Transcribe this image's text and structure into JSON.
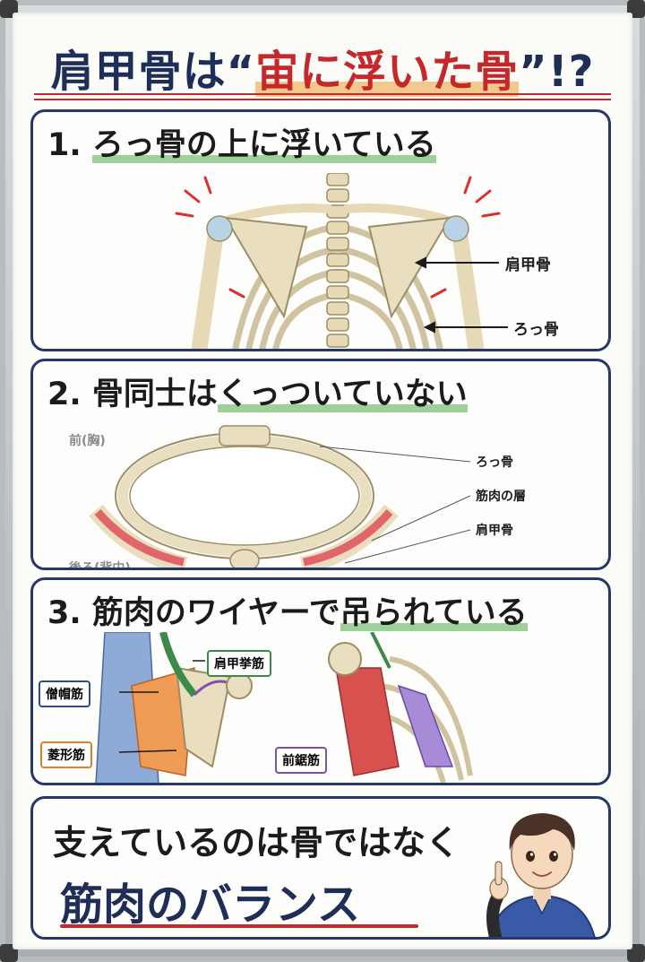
{
  "title": {
    "part1": "肩甲骨は“",
    "highlight": "宙に浮いた骨",
    "part2": "”!?"
  },
  "section1": {
    "heading_number": "1. ",
    "heading_text": "ろっ骨の上に浮いている",
    "labels": {
      "scapula": "肩甲骨",
      "ribs": "ろっ骨"
    }
  },
  "section2": {
    "heading_number": "2. ",
    "heading_text_plain": "骨同士は",
    "heading_text_highlight": "くっついていない",
    "labels": {
      "front": "前(胸)",
      "back": "後ろ(背中)",
      "ribs": "ろっ骨",
      "muscle_layer": "筋肉の層",
      "scapula": "肩甲骨"
    }
  },
  "section3": {
    "heading_number": "3. ",
    "heading_text_plain": "筋肉のワイヤーで",
    "heading_text_highlight": "吊られている",
    "labels": {
      "levator": "肩甲挙筋",
      "trapezius": "僧帽筋",
      "rhomboid": "菱形筋",
      "serratus": "前鋸筋"
    }
  },
  "conclusion": {
    "line1": "支えているのは骨ではなく",
    "line2": "筋肉のバランス"
  },
  "colors": {
    "navy": "#1f2e57",
    "red": "#c4282b",
    "highlight_green": "#9fd09a",
    "bone": "#e9dfc0"
  }
}
